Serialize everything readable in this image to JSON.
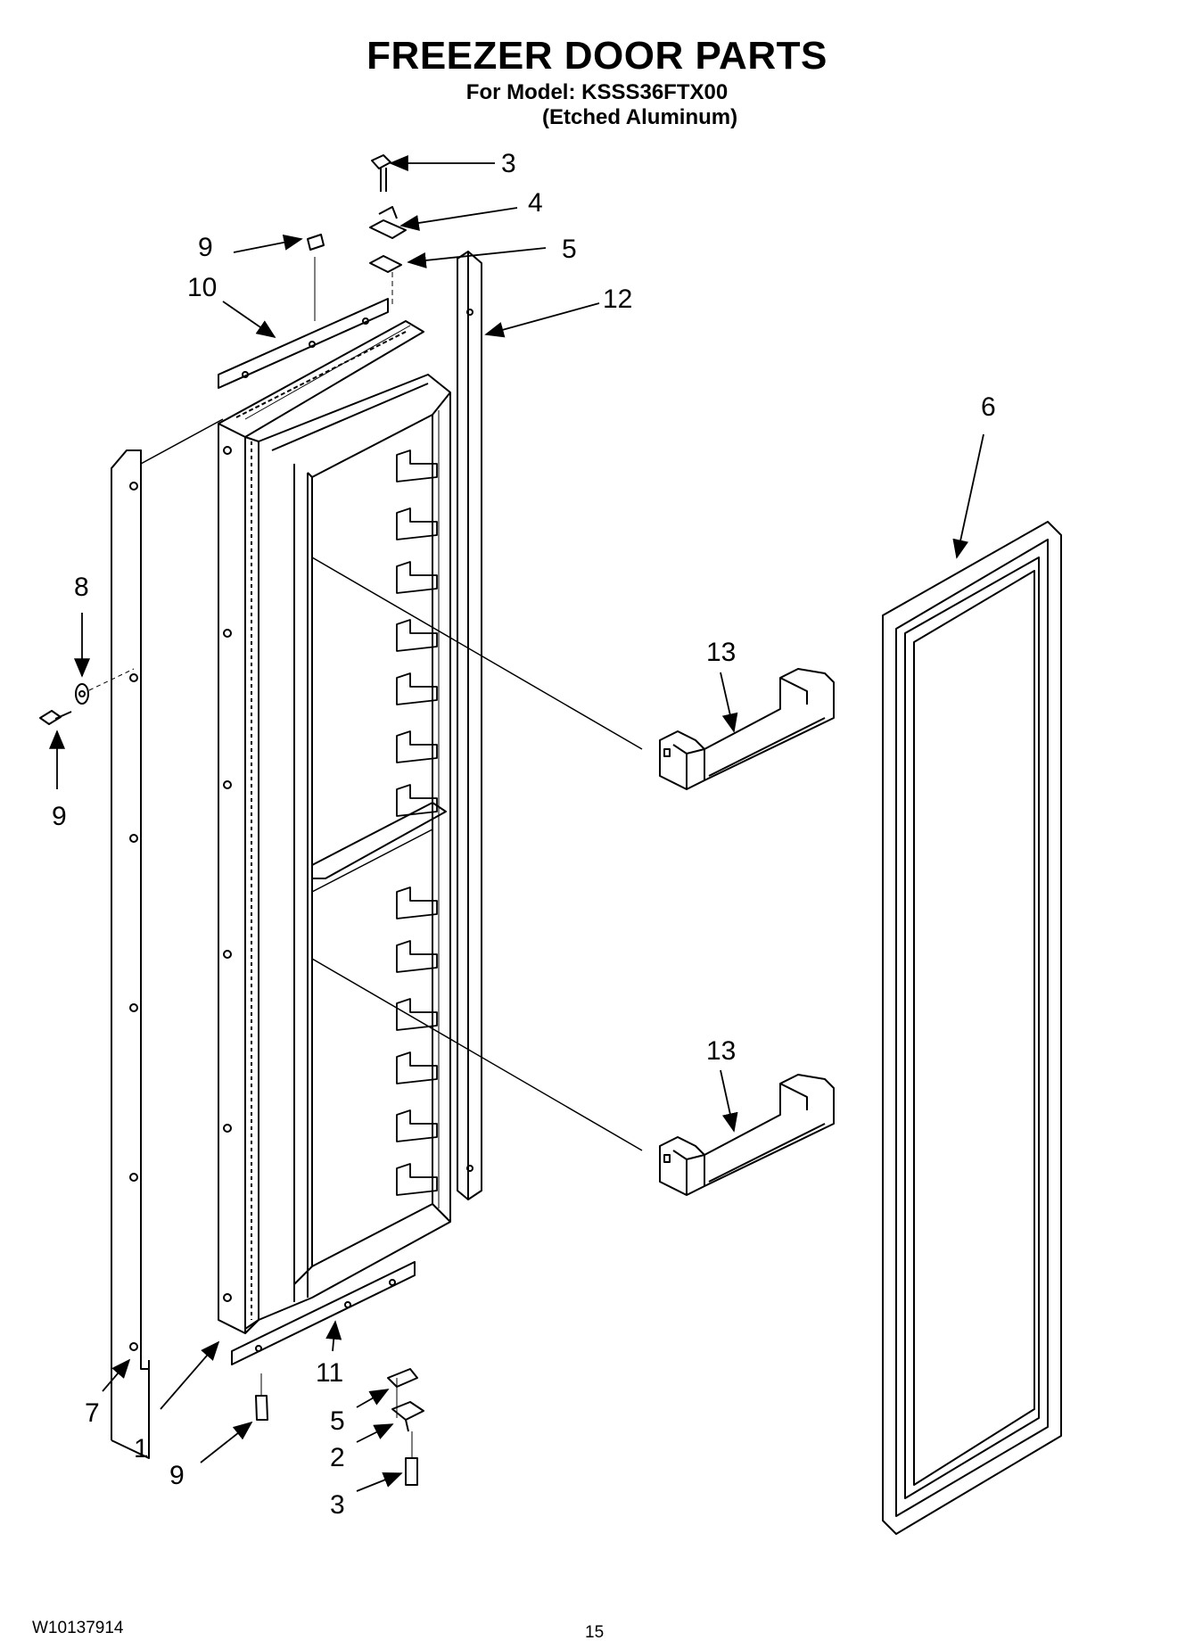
{
  "header": {
    "title": "FREEZER DOOR PARTS",
    "model_line": "For Model: KSSS36FTX00",
    "finish": "(Etched Aluminum)"
  },
  "callouts": {
    "c3_top": "3",
    "c4": "4",
    "c5_top": "5",
    "c9_top": "9",
    "c10": "10",
    "c12": "12",
    "c6": "6",
    "c8": "8",
    "c9_left": "9",
    "c13_upper": "13",
    "c13_lower": "13",
    "c7": "7",
    "c1": "1",
    "c11": "11",
    "c9_bottom": "9",
    "c5_bottom": "5",
    "c2": "2",
    "c3_bottom": "3"
  },
  "footer": {
    "doc_number": "W10137914",
    "page_number": "15"
  }
}
